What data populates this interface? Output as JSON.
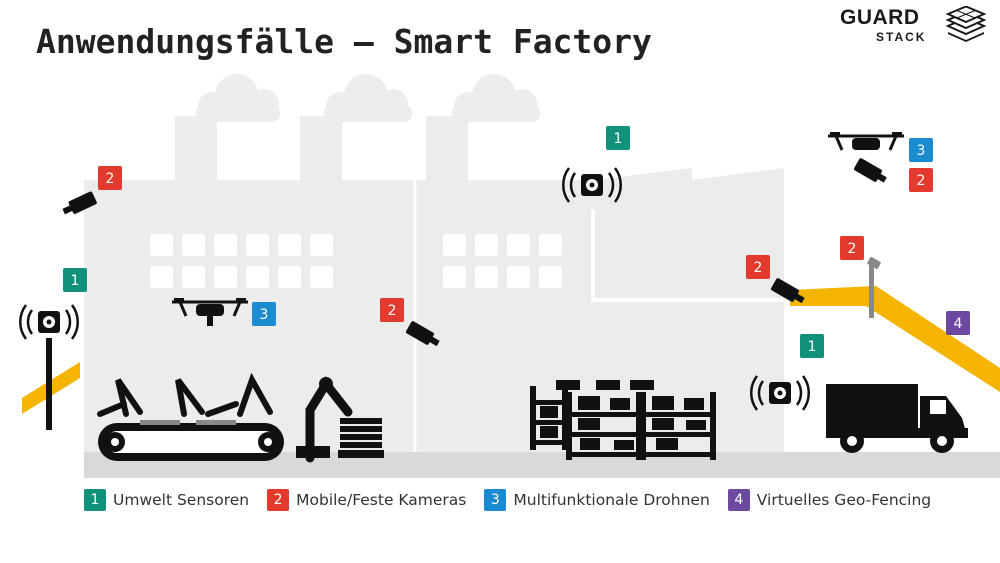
{
  "title": "Anwendungsfälle – Smart Factory",
  "logo": {
    "line1": "GUARD",
    "line2": "STACK",
    "icon": "layered-stack-icon"
  },
  "colors": {
    "green": "#11917a",
    "red": "#e23b2e",
    "blue": "#1a8ad1",
    "purple": "#6b4aa0",
    "fence": "#f5b400",
    "building": "#ececec",
    "ground": "#d9d9d9",
    "icon": "#111111"
  },
  "markers": [
    {
      "number": "1",
      "category": "green"
    },
    {
      "number": "2",
      "category": "red"
    },
    {
      "number": "3",
      "category": "blue"
    },
    {
      "number": "4",
      "category": "purple"
    }
  ],
  "legend": [
    {
      "number": "1",
      "label": "Umwelt Sensoren",
      "color": "#11917a"
    },
    {
      "number": "2",
      "label": "Mobile/Feste Kameras",
      "color": "#e23b2e"
    },
    {
      "number": "3",
      "label": "Multifunktionale Drohnen",
      "color": "#1a8ad1"
    },
    {
      "number": "4",
      "label": "Virtuelles Geo-Fencing",
      "color": "#6b4aa0"
    }
  ]
}
